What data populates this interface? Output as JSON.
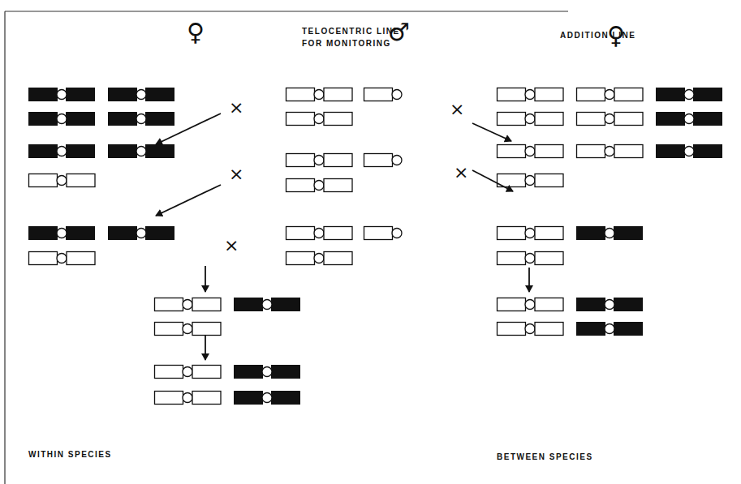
{
  "diagram": {
    "labels": [
      "♀",
      "TELOCENTRIC LINE FOR MONITORING",
      "♂",
      "ADDITION LINE",
      "♀",
      "×",
      "×",
      "×",
      "×",
      "×",
      "WITHIN SPECIES",
      "BETWEEN SPECIES"
    ]
  }
}
